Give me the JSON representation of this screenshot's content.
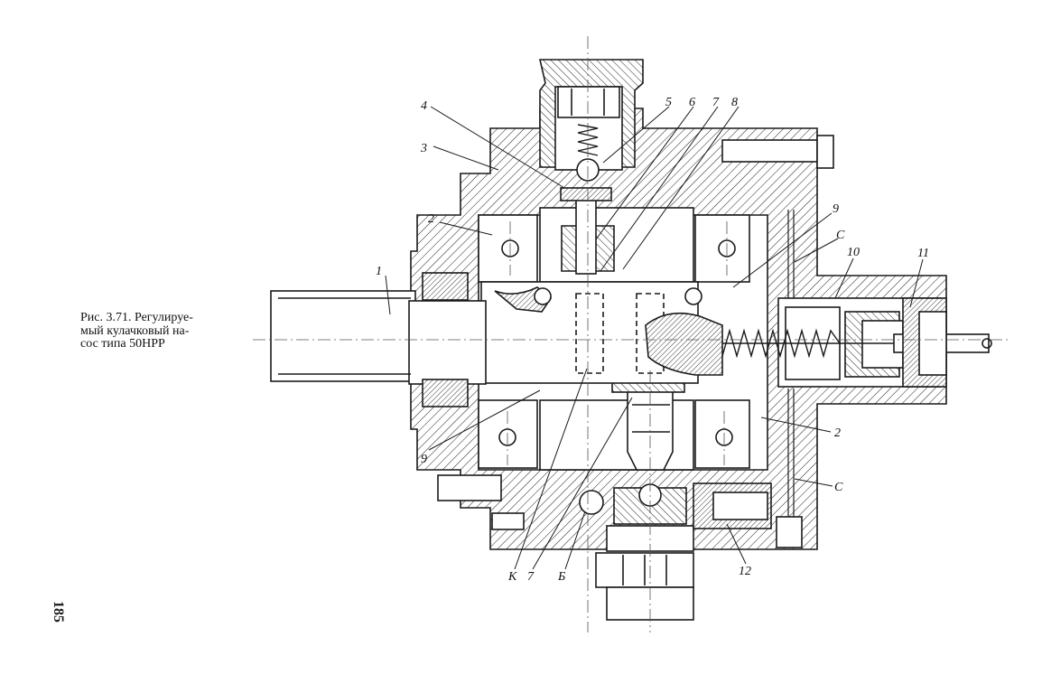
{
  "caption": {
    "line1": "Рис. 3.71. Регулируе-",
    "line2": "мый  кулачковый  на-",
    "line3": "сос типа 50НРР"
  },
  "page_number": "185",
  "labels": {
    "l1": "1",
    "l2a": "2",
    "l2b": "2",
    "l3": "3",
    "l4": "4",
    "l5": "5",
    "l6": "6",
    "l7a": "7",
    "l7b": "7",
    "l8": "8",
    "l9a": "9",
    "l9b": "9",
    "lCa": "С",
    "lCb": "С",
    "l10": "10",
    "l11": "11",
    "l12": "12",
    "lK": "К",
    "lB": "Б"
  }
}
